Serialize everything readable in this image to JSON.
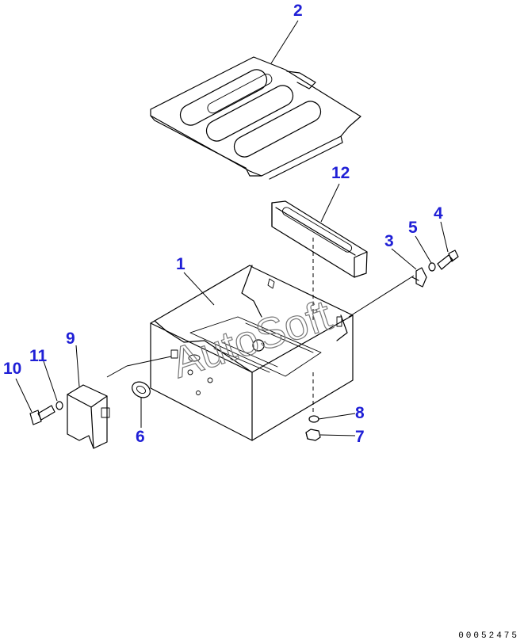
{
  "callouts": [
    {
      "id": "1",
      "label": "1"
    },
    {
      "id": "2",
      "label": "2"
    },
    {
      "id": "3",
      "label": "3"
    },
    {
      "id": "4",
      "label": "4"
    },
    {
      "id": "5",
      "label": "5"
    },
    {
      "id": "6",
      "label": "6"
    },
    {
      "id": "7",
      "label": "7"
    },
    {
      "id": "8",
      "label": "8"
    },
    {
      "id": "9",
      "label": "9"
    },
    {
      "id": "10",
      "label": "10"
    },
    {
      "id": "11",
      "label": "11"
    },
    {
      "id": "12",
      "label": "12"
    }
  ],
  "watermark": "AutoSoft",
  "drawing_number": "00052475",
  "colors": {
    "callout": "#1f1fd6",
    "line": "#000000",
    "watermark": "#777777"
  }
}
